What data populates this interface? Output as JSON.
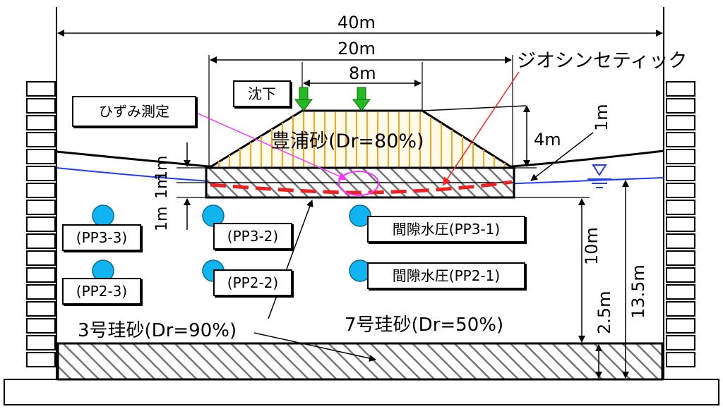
{
  "dimensions": {
    "overall_width": "40m",
    "embankment_base": "20m",
    "crest_width": "8m",
    "embankment_height": "4m",
    "freeboard": "1m",
    "layer_1m_a": "1m",
    "layer_1m_b": "1m",
    "layer_1m_c": "1m",
    "upper_sand": "10m",
    "base_layer": "2.5m",
    "total_depth": "13.5m"
  },
  "labels": {
    "settlement": "沈下",
    "strain_measurement": "ひずみ測定",
    "geosynthetic": "ジオシンセティック",
    "embankment_material": "豊浦砂(Dr=80%)",
    "sand_no3": "3号珪砂(Dr=90%)",
    "sand_no7": "7号珪砂(Dr=50%)"
  },
  "sensors": {
    "pp3_3": "(PP3-3)",
    "pp2_3": "(PP2-3)",
    "pp3_2": "(PP3-2)",
    "pp2_2": "(PP2-2)",
    "pp3_1": "間隙水圧(PP3-1)",
    "pp2_1": "間隙水圧(PP2-1)"
  },
  "colors": {
    "embankment_hatch": "#f5a623",
    "embankment_fill": "#fffbe8",
    "settlement_arrow": "#22bb22",
    "geosynthetic_line": "#ee2222",
    "water_line": "#1e3cff",
    "sensor_fill": "#10b4f0",
    "strain_pointer": "#ff33ff",
    "geosynthetic_pointer": "#ff2222"
  }
}
